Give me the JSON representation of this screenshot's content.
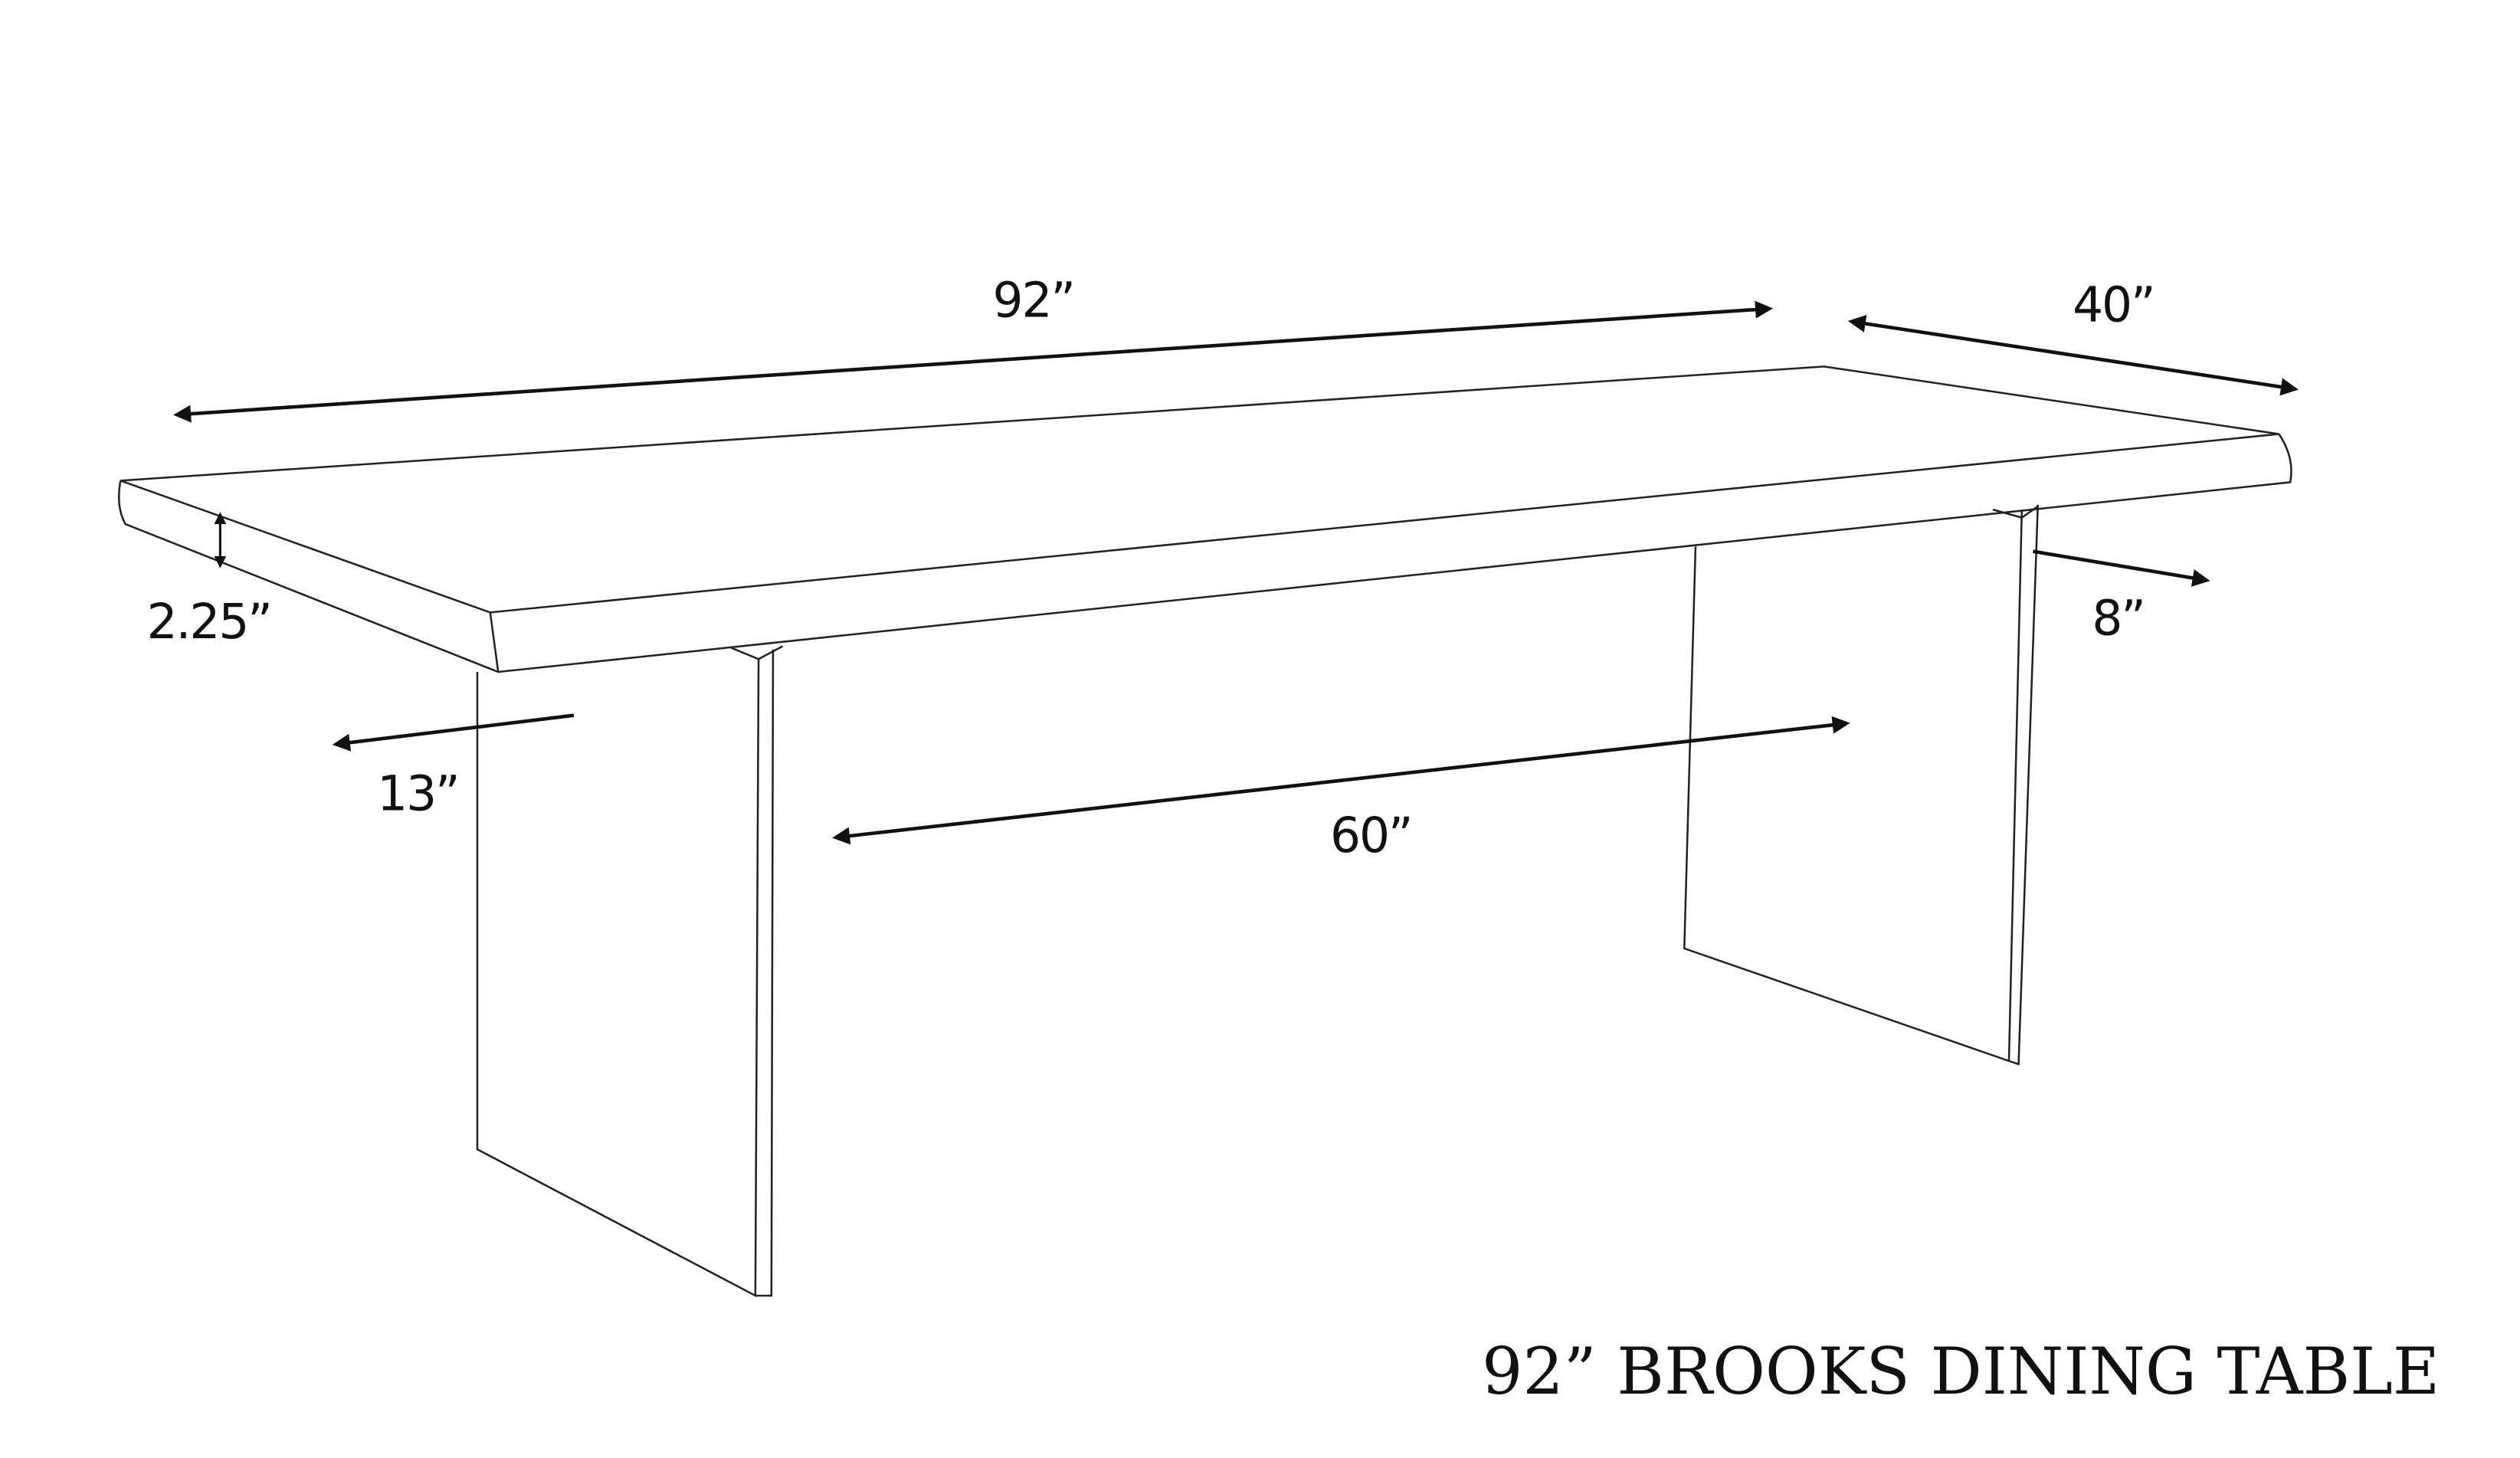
{
  "diagram": {
    "title": "92” BROOKS DINING TABLE",
    "dimensions": {
      "length": "92”",
      "depth": "40”",
      "top_thickness": "2.25”",
      "leg_inset_right": "8”",
      "leg_inset_left": "13”",
      "between_legs": "60”"
    }
  }
}
